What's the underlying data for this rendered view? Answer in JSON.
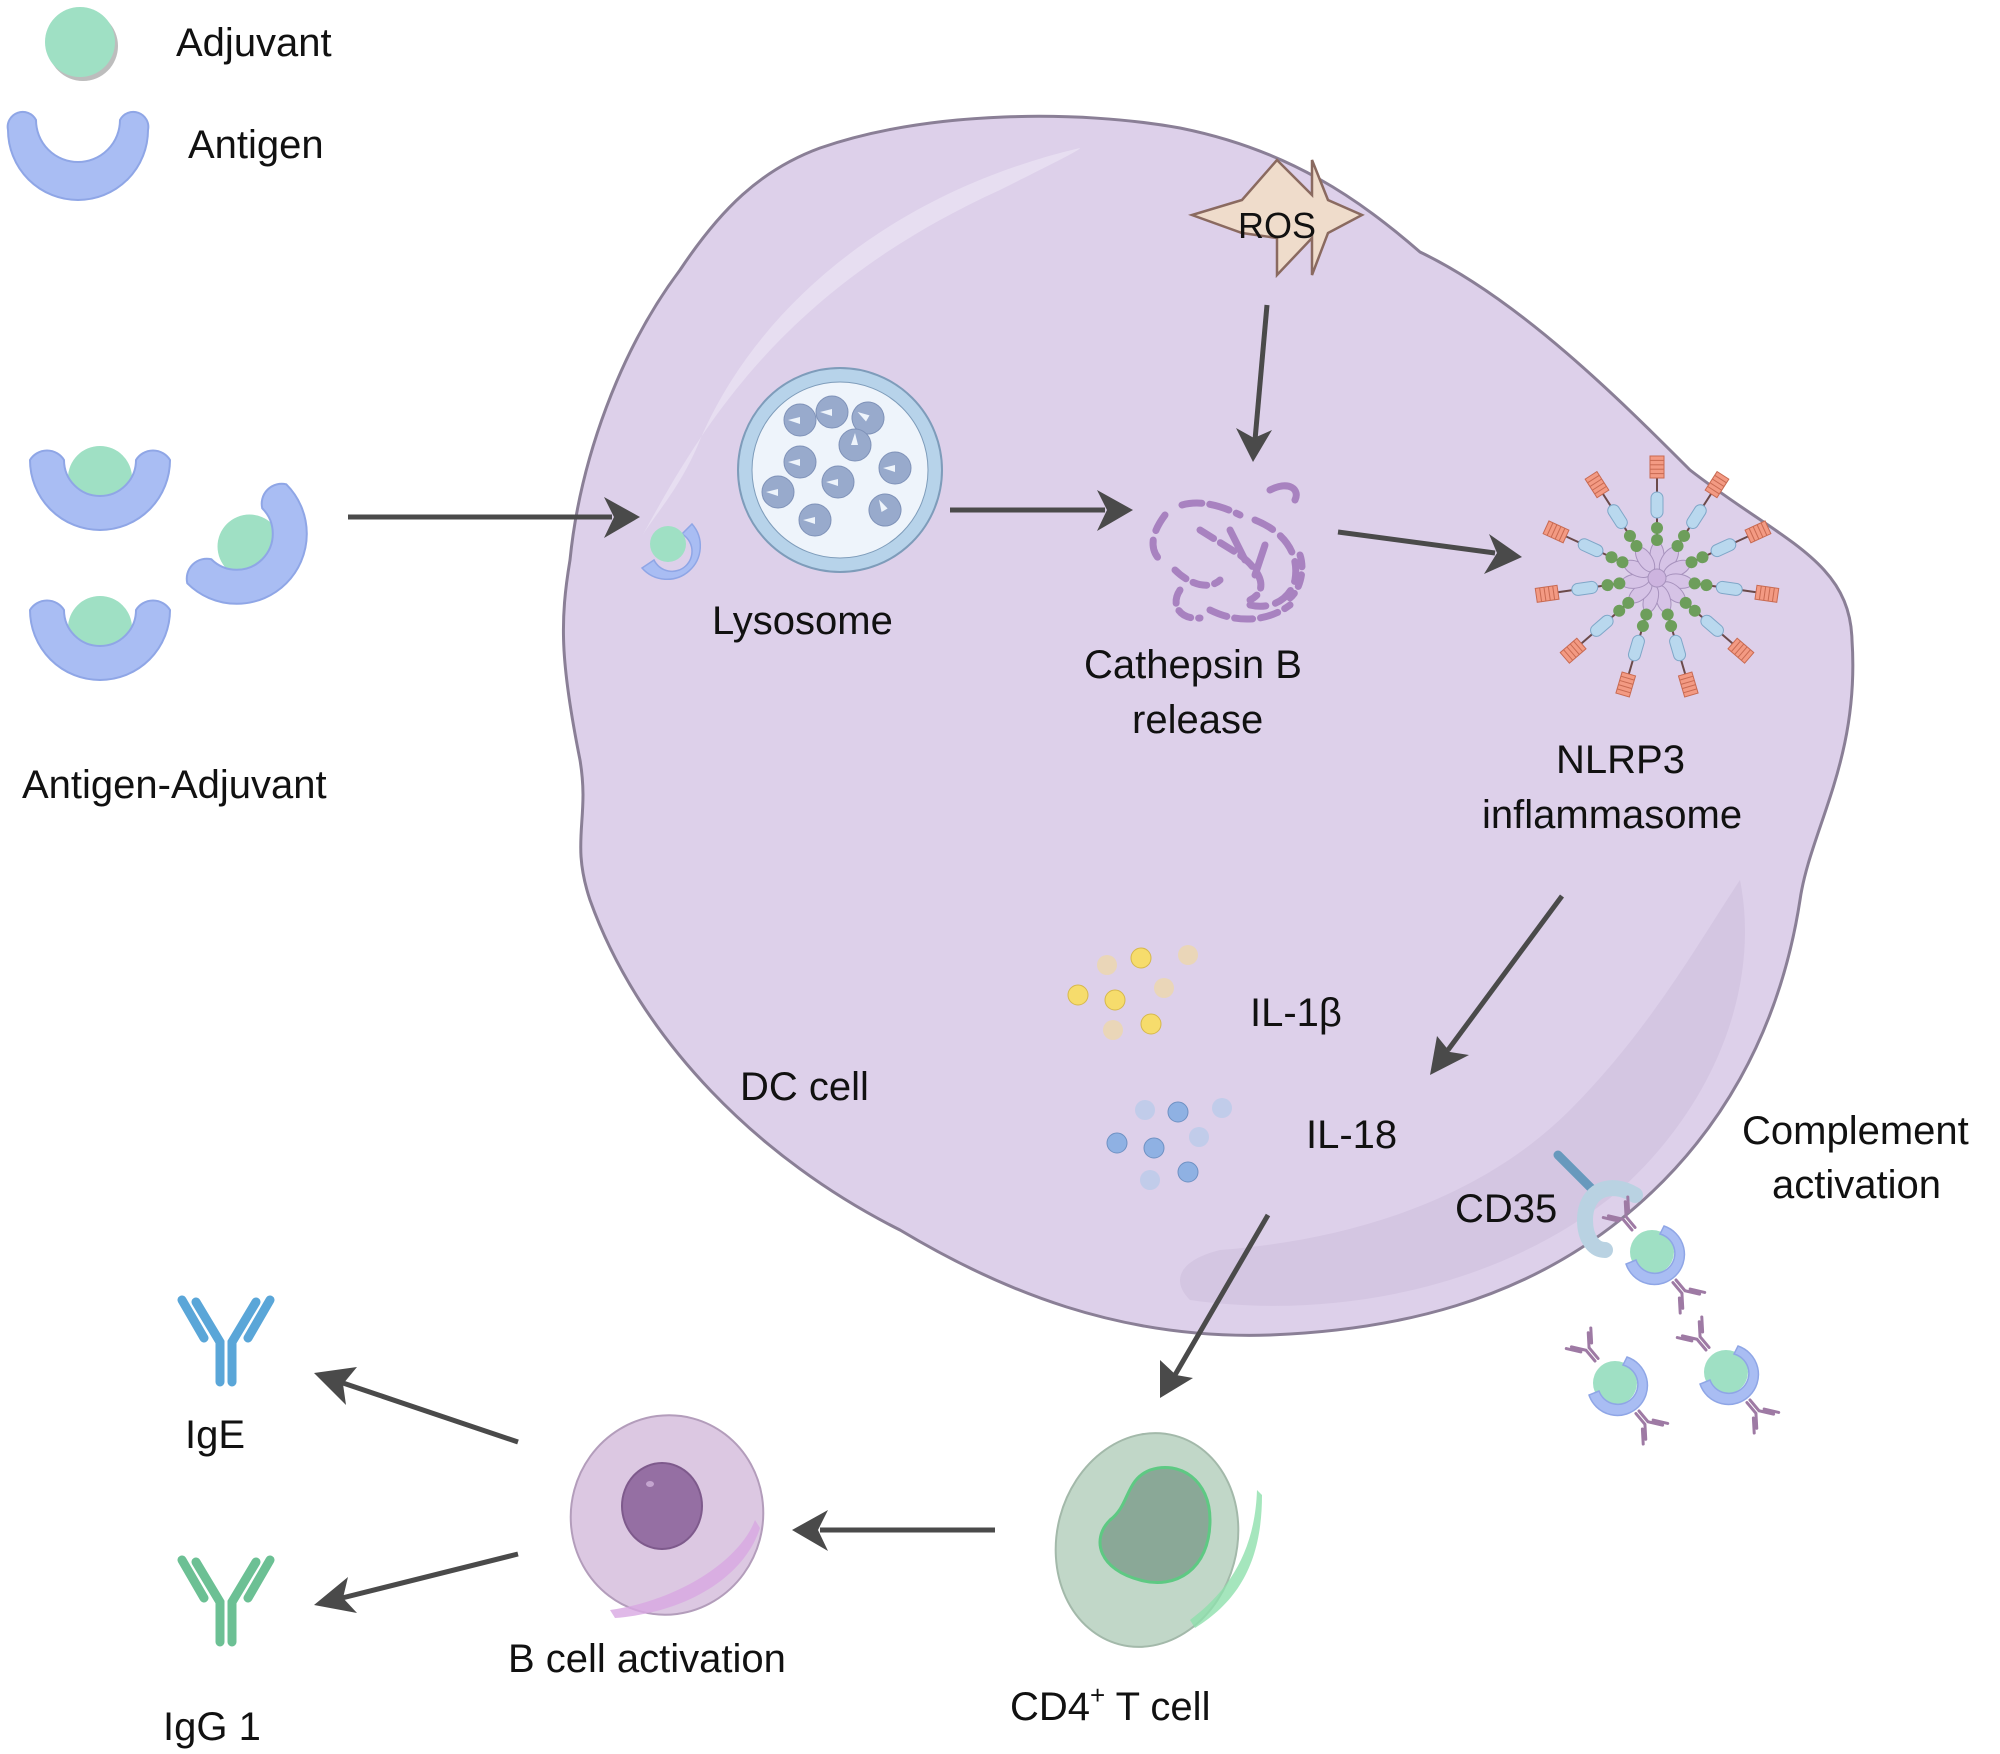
{
  "legend": {
    "adjuvant_label": "Adjuvant",
    "antigen_label": "Antigen"
  },
  "labels": {
    "antigen_adjuvant": "Antigen-Adjuvant",
    "ros": "ROS",
    "lysosome": "Lysosome",
    "cathepsin_line1": "Cathepsin B",
    "cathepsin_line2": "release",
    "nlrp3_line1": "NLRP3",
    "nlrp3_line2": "inflammasome",
    "il1b": "IL-1β",
    "il18": "IL-18",
    "dc_cell": "DC cell",
    "cd35": "CD35",
    "complement_line1": "Complement",
    "complement_line2": "activation",
    "cd4_prefix": "CD4",
    "cd4_sup": "+",
    "cd4_suffix": " T cell",
    "b_cell": "B cell activation",
    "ige": "IgE",
    "igg1": "IgG 1"
  },
  "colors": {
    "adjuvant": "#9fe0c4",
    "antigen": "#a9bdf3",
    "dc_cell": "#ddd0ea",
    "dc_outline": "#8a7f96",
    "lysosome_ring": "#b7d3ea",
    "lysosome_inner": "#eef4fb",
    "enzyme": "#98aacc",
    "cathepsin": "#a882c0",
    "ros_fill": "#efdccb",
    "ros_stroke": "#8a6a60",
    "il1b_dot": "#f6dc6c",
    "il1b_dot_faint": "#ead6b8",
    "il18_dot": "#8fb1e3",
    "il18_dot_faint": "#c1ccea",
    "nlrp3_orange": "#f39a83",
    "nlrp3_blue": "#b9d8ee",
    "nlrp3_green": "#6d9e5b",
    "cd35_stem": "#6899bd",
    "cd35_head": "#b9d2e2",
    "complement_ab": "#9e7aa4",
    "ige": "#5aa6d8",
    "igg1": "#6cc094",
    "b_cell": "#dcc8e2",
    "b_nucleus": "#956fa3",
    "t_cell": "#c1d7c8",
    "t_nucleus": "#8aa897",
    "arrow": "#4a4a4a"
  }
}
